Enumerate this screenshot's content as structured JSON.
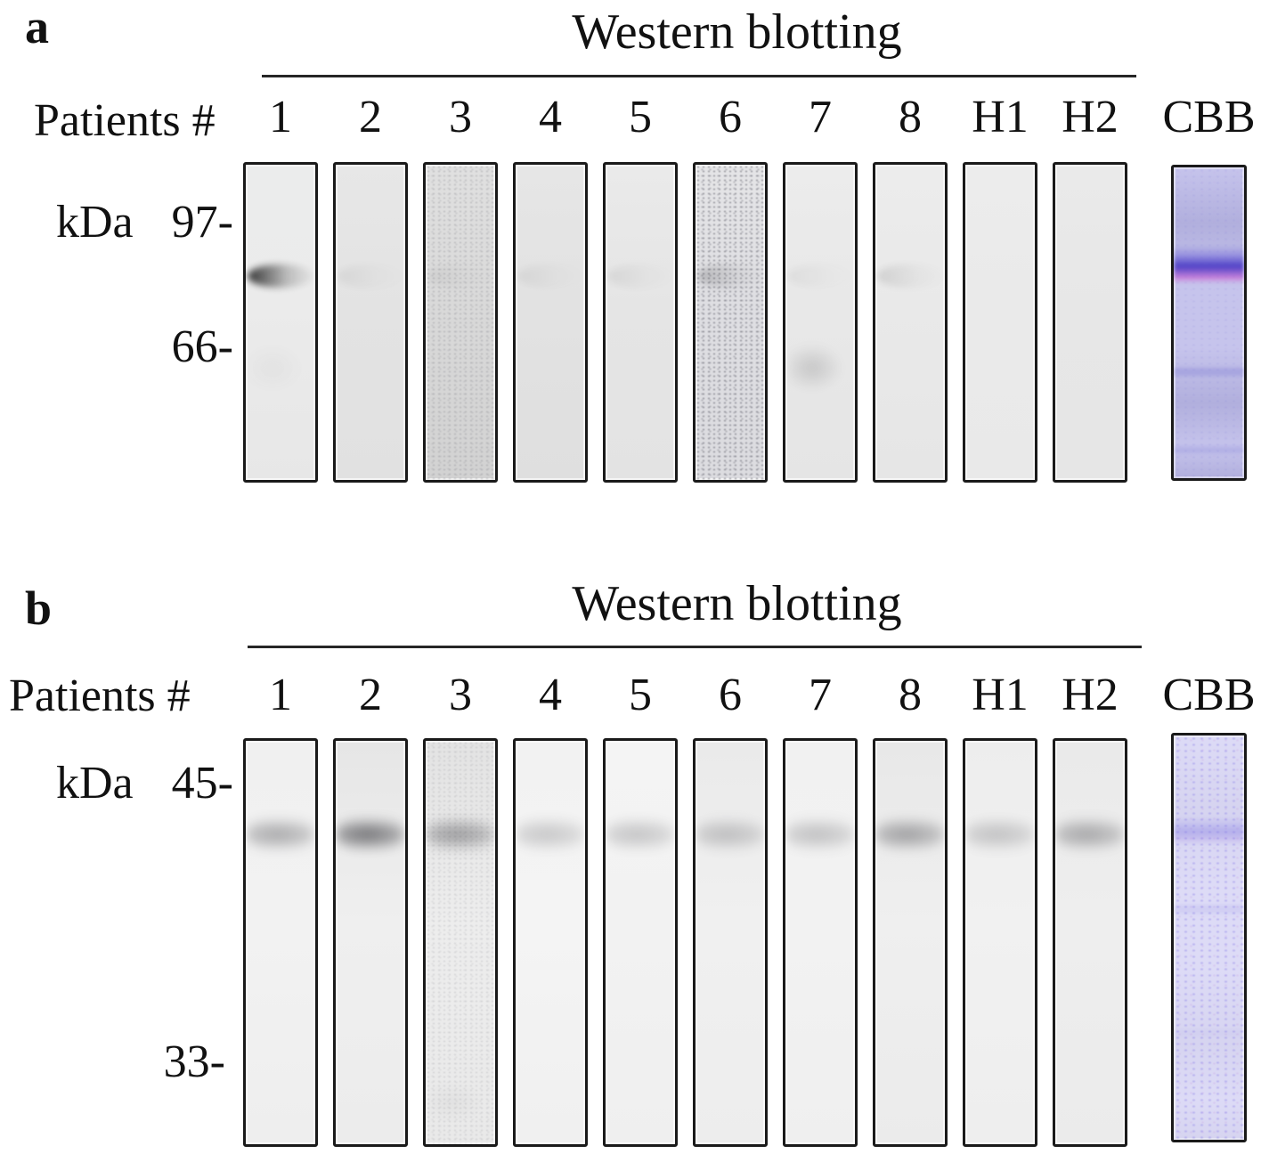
{
  "figure_type": "western blot figure, two panels",
  "background_color": "#ffffff",
  "accent_colors": {
    "blot_border": "#1a1a1a",
    "cbb_lane_lavender": "#c6c4ec",
    "cbb_band_blue_violet": "#483ac4",
    "cbb_band_magenta_fringe": "#cc58d0",
    "wb_band_gray": "#343439"
  },
  "panels": [
    {
      "letter": "a",
      "title": "Western blotting",
      "patients_label": "Patients #",
      "kda_label": "kDa",
      "markers": [
        {
          "label": "97-"
        },
        {
          "label": "66-"
        }
      ],
      "cbb_label": "CBB",
      "cbb": {
        "description": "Coomassie-stained lane, strong blue-violet band between 97 and 66 kDa with magenta fringe, faint stripes below",
        "style": {
          "c1": "#c6c4ec",
          "c2": "#b1afdd",
          "band-soft": "rgba(110,100,215,.5)",
          "band-core": "rgba(72,58,196,.95)",
          "band-fringe": "rgba(204,88,208,.6)",
          "stripe": "rgba(128,126,212,.45)",
          "mottle": "0.35",
          "mottle-color": "rgba(120,115,215,.3)",
          "band": "1"
        }
      },
      "lanes": [
        {
          "label": "1",
          "band_intensity": "strong",
          "style": {
            "bg-top": "#ebecec",
            "bg-mid": "#ebebeb",
            "bg-bot": "#e7e7e7",
            "band": "0.95",
            "smudge": "0.10"
          }
        },
        {
          "label": "2",
          "band_intensity": "very faint",
          "style": {
            "bg-top": "#e7e7e7",
            "bg-mid": "#e3e3e3",
            "bg-bot": "#e1e1e1",
            "band": "0.07"
          }
        },
        {
          "label": "3",
          "band_intensity": "very faint",
          "style": {
            "bg-top": "#e0e0e0",
            "bg-mid": "#d9d9d9",
            "bg-bot": "#d2d2d2",
            "band": "0.06",
            "mottle": "0.45"
          }
        },
        {
          "label": "4",
          "band_intensity": "very faint",
          "style": {
            "bg-top": "#e6e6e6",
            "bg-mid": "#e2e2e2",
            "bg-bot": "#dfdfdf",
            "band": "0.07"
          }
        },
        {
          "label": "5",
          "band_intensity": "very faint",
          "style": {
            "bg-top": "#eaeaea",
            "bg-mid": "#e5e5e5",
            "bg-bot": "#e3e3e3",
            "band": "0.08"
          }
        },
        {
          "label": "6",
          "band_intensity": "faint",
          "style": {
            "bg-top": "#e5e5e7",
            "bg-mid": "#dedee2",
            "bg-bot": "#dcdce0",
            "band": "0.22",
            "mottle": "1"
          }
        },
        {
          "label": "7",
          "band_intensity": "very faint",
          "style": {
            "bg-top": "#ececec",
            "bg-mid": "#e8e8e8",
            "bg-bot": "#e5e5e5",
            "band": "0.06",
            "smudge": "0.45"
          }
        },
        {
          "label": "8",
          "band_intensity": "faint",
          "style": {
            "bg-top": "#ececec",
            "bg-mid": "#e9e9e9",
            "bg-bot": "#e6e6e6",
            "band": "0.13"
          }
        },
        {
          "label": "H1",
          "band_intensity": "none",
          "style": {
            "bg-top": "#ececec",
            "bg-mid": "#eaeaea",
            "bg-bot": "#e9e9e9",
            "band": "0"
          }
        },
        {
          "label": "H2",
          "band_intensity": "none",
          "style": {
            "bg-top": "#eaeaea",
            "bg-mid": "#e7e7e7",
            "bg-bot": "#e6e6e6",
            "band": "0"
          }
        }
      ]
    },
    {
      "letter": "b",
      "title": "Western blotting",
      "patients_label": "Patients #",
      "kda_label": "kDa",
      "markers": [
        {
          "label": "45-"
        },
        {
          "label": "33-"
        }
      ],
      "cbb_label": "CBB",
      "cbb": {
        "description": "Coomassie-stained lane, very light lavender with faint band just below 45 kDa",
        "style": {
          "c1": "#dddbf6",
          "c2": "#d6d4f0",
          "band-soft": "rgba(130,122,228,.18)",
          "band-core": "rgba(128,120,226,.42)",
          "band-fringe": "rgba(150,115,225,.2)",
          "stripe": "rgba(135,128,225,.2)",
          "mottle": "1",
          "mottle-color": "rgba(150,140,235,.45)",
          "band": "1"
        }
      },
      "lanes": [
        {
          "label": "1",
          "band_intensity": "moderate",
          "style": {
            "bg-top": "#f0f0f0",
            "bg-mid": "#f2f2f2",
            "bg-bot": "#eeeeee",
            "band": "0.50"
          }
        },
        {
          "label": "2",
          "band_intensity": "strong",
          "style": {
            "bg-top": "#e6e6e6",
            "bg-mid": "#efefef",
            "bg-bot": "#ececec",
            "band": "0.85"
          }
        },
        {
          "label": "3",
          "band_intensity": "moderate",
          "style": {
            "bg-top": "#e3e3e3",
            "bg-mid": "#ededed",
            "bg-bot": "#e9e9e9",
            "band": "0.55",
            "mottle": "0.3",
            "smudge": "0.12"
          }
        },
        {
          "label": "4",
          "band_intensity": "faint",
          "style": {
            "bg-top": "#f2f2f2",
            "bg-mid": "#f4f4f4",
            "bg-bot": "#f0f0f0",
            "band": "0.30"
          }
        },
        {
          "label": "5",
          "band_intensity": "faint",
          "style": {
            "bg-top": "#f4f4f4",
            "bg-mid": "#f2f2f2",
            "bg-bot": "#efefef",
            "band": "0.32"
          }
        },
        {
          "label": "6",
          "band_intensity": "faint",
          "style": {
            "bg-top": "#eaeaea",
            "bg-mid": "#f0f0f0",
            "bg-bot": "#ededed",
            "band": "0.34"
          }
        },
        {
          "label": "7",
          "band_intensity": "faint",
          "style": {
            "bg-top": "#f1f1f1",
            "bg-mid": "#f2f2f2",
            "bg-bot": "#efefef",
            "band": "0.34"
          }
        },
        {
          "label": "8",
          "band_intensity": "moderate",
          "style": {
            "bg-top": "#e8e8e8",
            "bg-mid": "#efefef",
            "bg-bot": "#ebebeb",
            "band": "0.55"
          }
        },
        {
          "label": "H1",
          "band_intensity": "faint",
          "style": {
            "bg-top": "#ededed",
            "bg-mid": "#f1f1f1",
            "bg-bot": "#eeeeee",
            "band": "0.32"
          }
        },
        {
          "label": "H2",
          "band_intensity": "moderate",
          "style": {
            "bg-top": "#eaeaea",
            "bg-mid": "#eeeeee",
            "bg-bot": "#ebebeb",
            "band": "0.50"
          }
        }
      ]
    }
  ]
}
